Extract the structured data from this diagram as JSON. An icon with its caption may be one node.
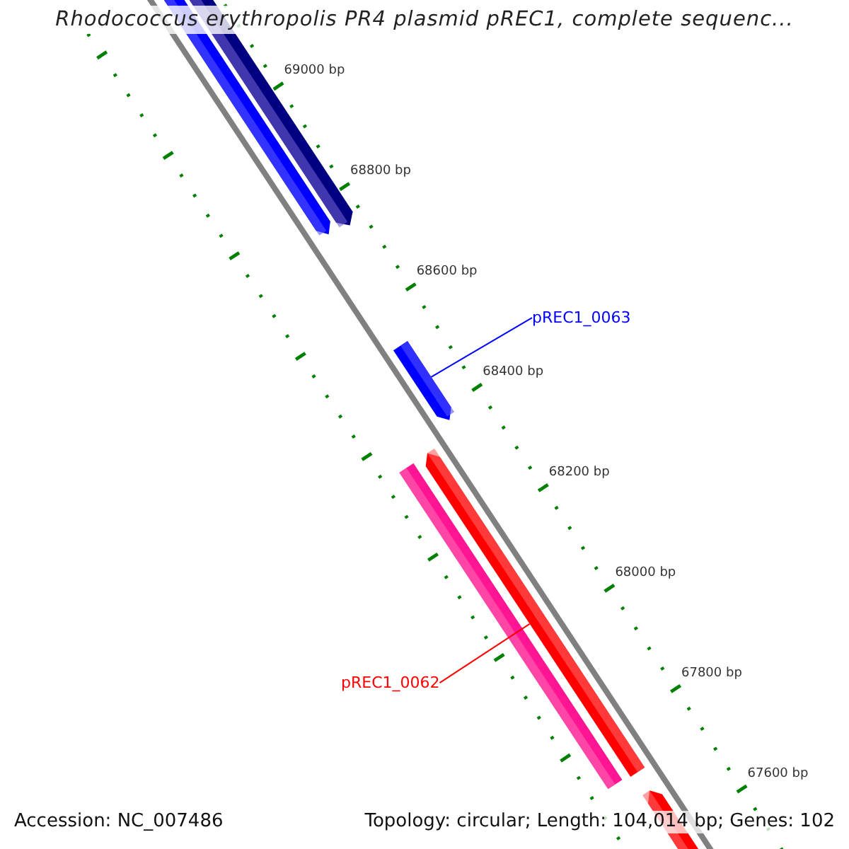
{
  "diagram": {
    "title": "Rhodococcus erythropolis PR4 plasmid pREC1, complete sequenc...",
    "nodes": [
      {
        "text": [
          "pREC1_0063"
        ]
      },
      {
        "text": [],
        "shape": "arrow"
      },
      {
        "text": [],
        "shape": "arrow"
      },
      {
        "text": [
          "pREC1_0062"
        ]
      }
    ],
    "edges": [
      {
        "from": 0,
        "to": 1,
        "arrow": "none",
        "color": "#0000ff"
      },
      {
        "from": 3,
        "to": 2,
        "arrow": "none",
        "color": "#ff0000"
      }
    ],
    "labels": [
      "69000 bp",
      "68800 bp",
      "68600 bp",
      "68400 bp",
      "68200 bp",
      "68000 bp",
      "67800 bp",
      "67600 bp",
      "Accession: NC_007486",
      "Topology: circular; Length: 104,014 bp; Genes: 102"
    ]
  }
}
